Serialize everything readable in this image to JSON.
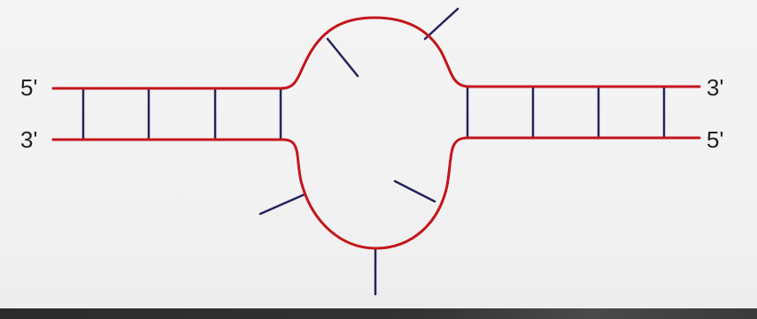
{
  "diagram": {
    "labels": {
      "top_left": "5'",
      "bottom_left": "3'",
      "top_right": "3'",
      "bottom_right": "5'"
    },
    "colors": {
      "strand": "#c4161c",
      "bond": "#26245a",
      "text": "#222222",
      "background": "#f3f3f3",
      "bottom_bar": "#333333"
    }
  }
}
